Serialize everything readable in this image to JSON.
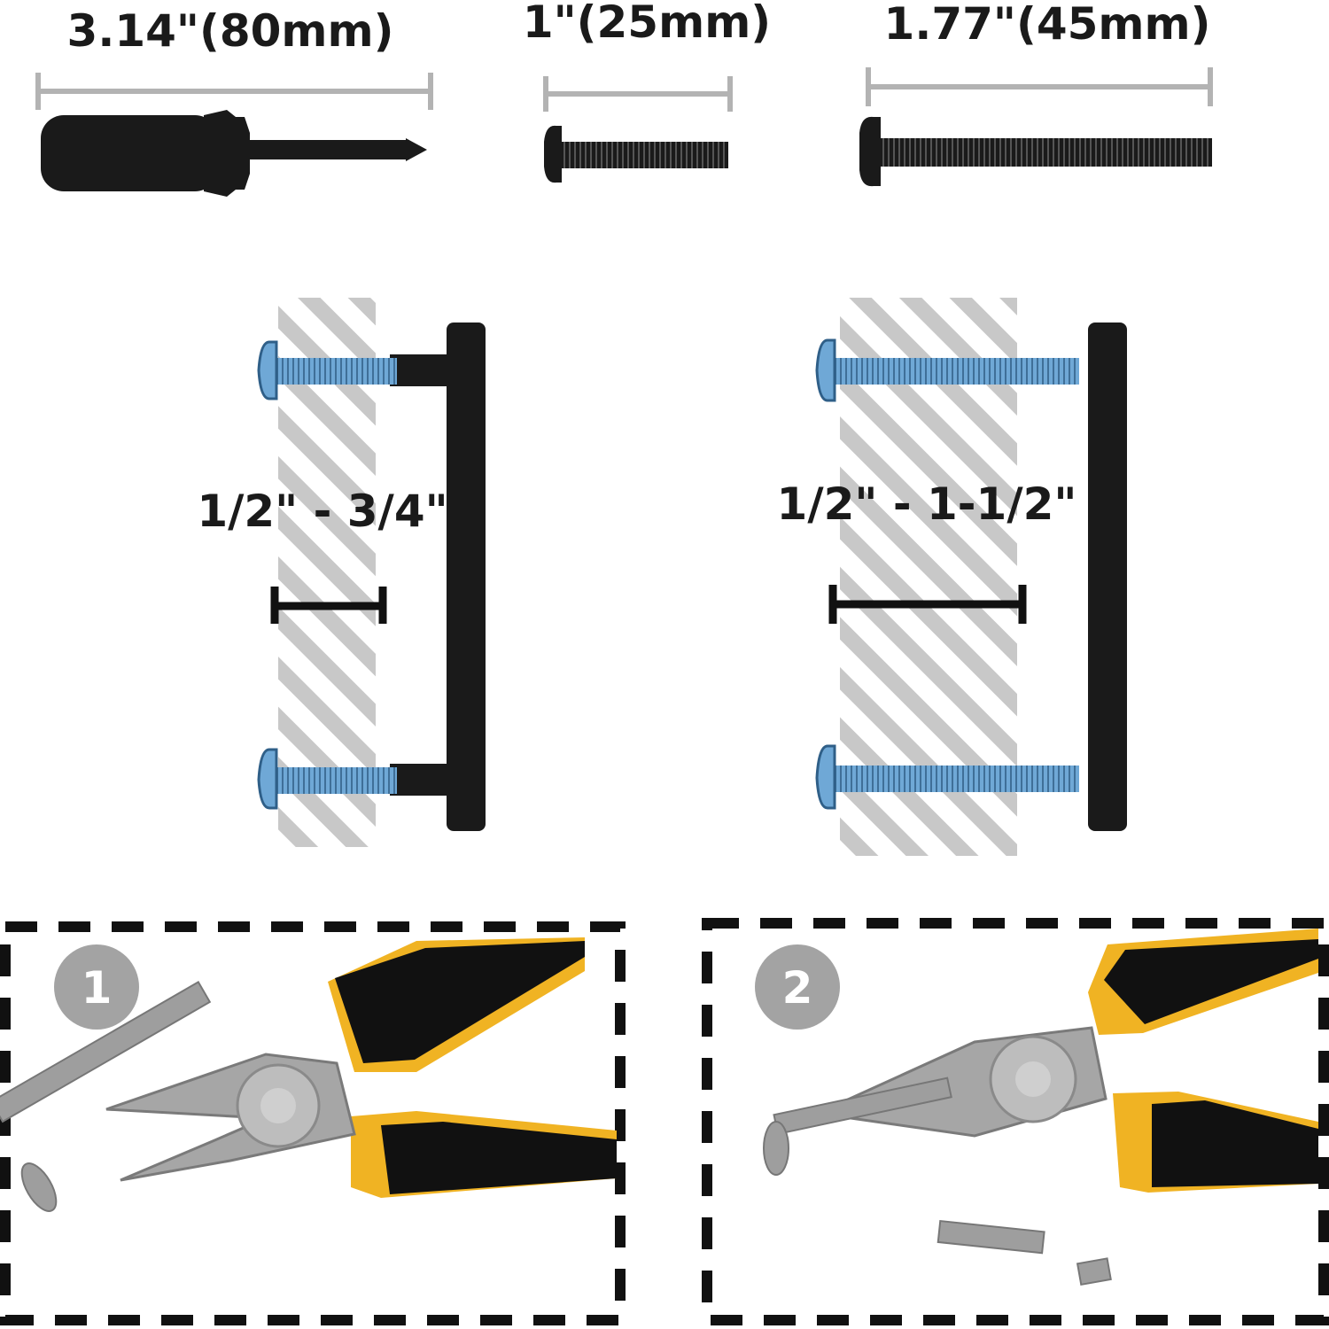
{
  "colors": {
    "background": "#ffffff",
    "ink": "#1a1a1a",
    "dimension_line": "#b3b3b3",
    "hatch": "#c8c8c8",
    "screw_blue": "#6fa8d6",
    "plier_grey": "#a6a6a6",
    "plier_yellow": "#f0b323",
    "badge_grey": "#a3a3a3"
  },
  "sizes": {
    "screwdriver_length": "3.14\"(80mm)",
    "short_screw_length": "1\"(25mm)",
    "long_screw_length": "1.77\"(45mm)"
  },
  "thickness": {
    "short_range": "1/2\" - 3/4\"",
    "long_range": "1/2\" - 1-1/2\""
  },
  "steps": [
    {
      "number": "1"
    },
    {
      "number": "2"
    }
  ],
  "icons": [
    "screwdriver-icon",
    "screw-icon",
    "pliers-icon",
    "cabinet-handle-icon"
  ]
}
